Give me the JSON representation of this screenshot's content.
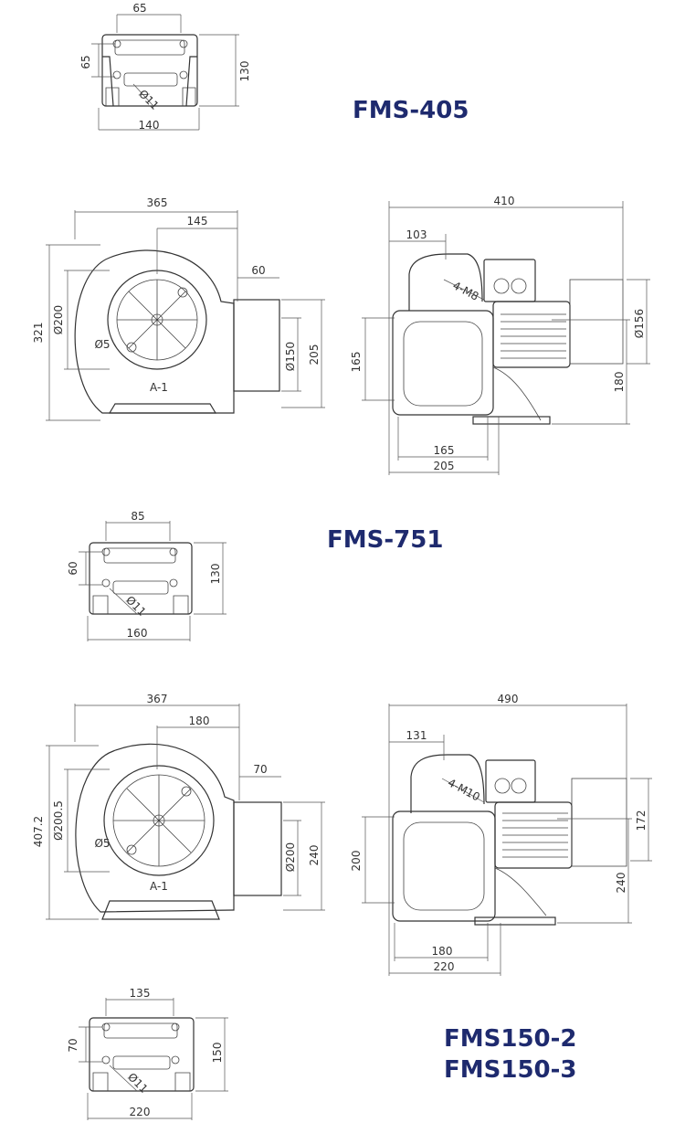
{
  "models": {
    "fms405": "FMS-405",
    "fms751": "FMS-751",
    "fms150_2": "FMS150-2",
    "fms150_3": "FMS150-3"
  },
  "fms405": {
    "base": {
      "top_width": "65",
      "height": "130",
      "side": "65",
      "hole": "Ø11",
      "bottom_width": "140"
    }
  },
  "fms751": {
    "front": {
      "width": "365",
      "offset": "145",
      "height": "321",
      "inlet": "Ø200",
      "hole": "Ø5",
      "outlet_len": "60",
      "outlet_dia": "Ø150",
      "outlet_h": "205",
      "tag": "A-1"
    },
    "side": {
      "width": "410",
      "offset": "103",
      "bolt": "4-M8",
      "motor": "Ø156",
      "height": "180",
      "flange": "165",
      "mid": "165",
      "bottom": "205"
    },
    "base": {
      "top_width": "85",
      "height": "130",
      "side": "60",
      "hole": "Ø11",
      "bottom_width": "160"
    }
  },
  "fms150": {
    "front": {
      "width": "367",
      "offset": "180",
      "height": "407.2",
      "inlet": "Ø200.5",
      "hole": "Ø5",
      "outlet_len": "70",
      "outlet_dia": "Ø200",
      "outlet_h": "240",
      "tag": "A-1"
    },
    "side": {
      "width": "490",
      "offset": "131",
      "bolt": "4-M10",
      "motor": "172",
      "height": "240",
      "flange": "200",
      "mid": "180",
      "bottom": "220"
    },
    "base": {
      "top_width": "135",
      "height": "150",
      "side": "70",
      "hole": "Ø11",
      "bottom_width": "220"
    }
  }
}
